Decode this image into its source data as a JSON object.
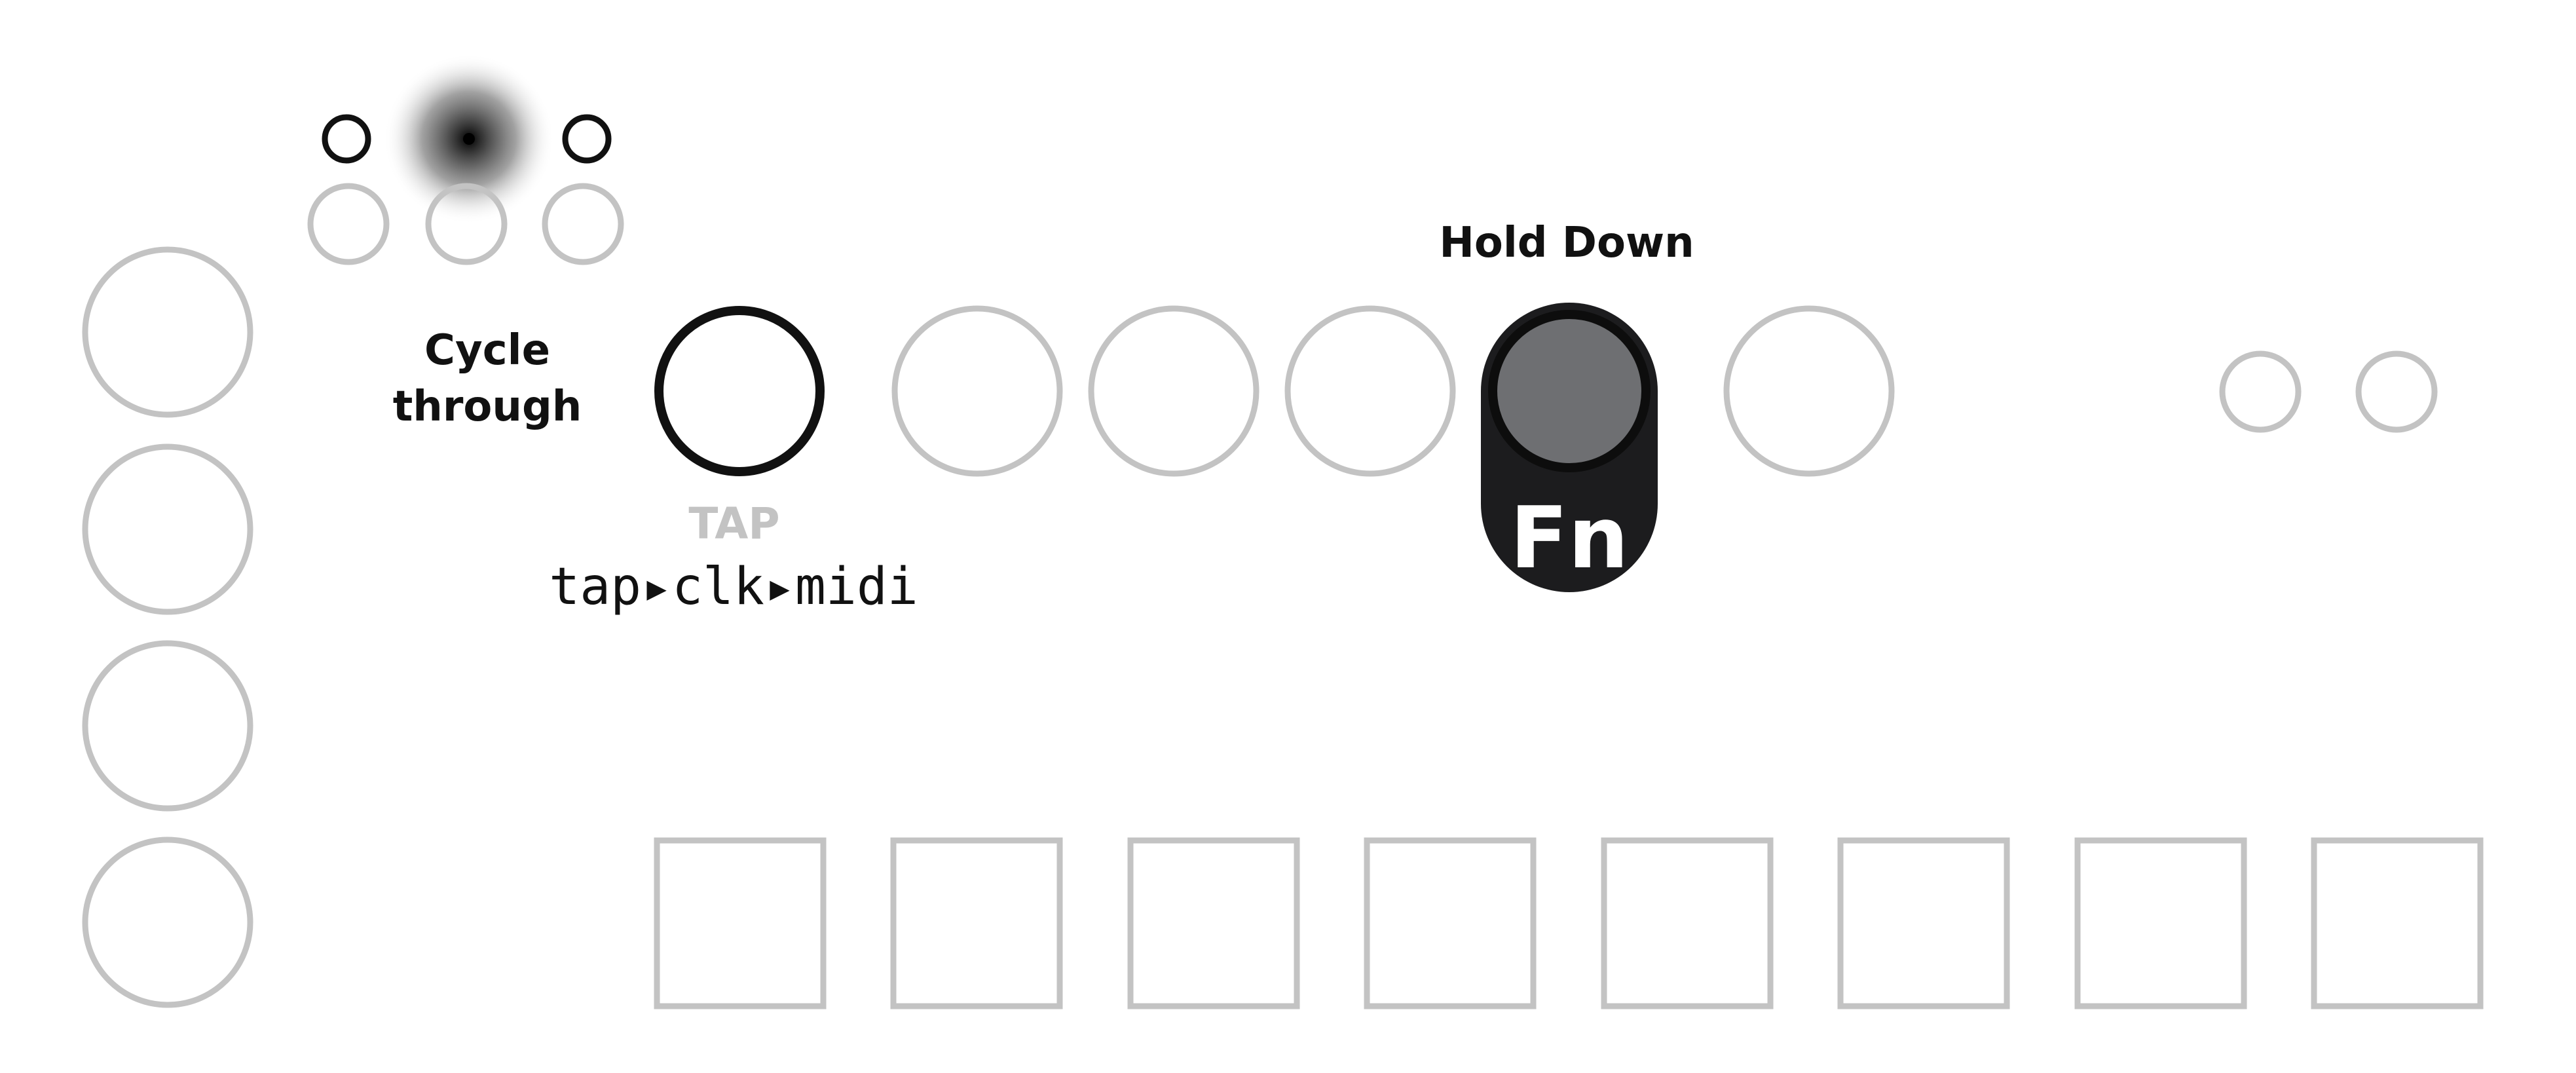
{
  "labels": {
    "cycle_line1": "Cycle",
    "cycle_line2": "through",
    "hold_down": "Hold Down",
    "tap": "TAP",
    "modes": "tap▸clk▸midi",
    "fn": "Fn"
  },
  "colors": {
    "ghost_outline": "#c3c3c3",
    "active_outline": "#111111",
    "fn_body": "#1c1c1e",
    "fn_cap": "#6e6f72",
    "led_glow": "#1a1a1a"
  },
  "icons": {
    "led_indicator": "led-glow-icon",
    "mode_arrow": "play-arrow-glyph"
  },
  "states": {
    "tap_button": "highlighted",
    "fn_button": "held"
  }
}
